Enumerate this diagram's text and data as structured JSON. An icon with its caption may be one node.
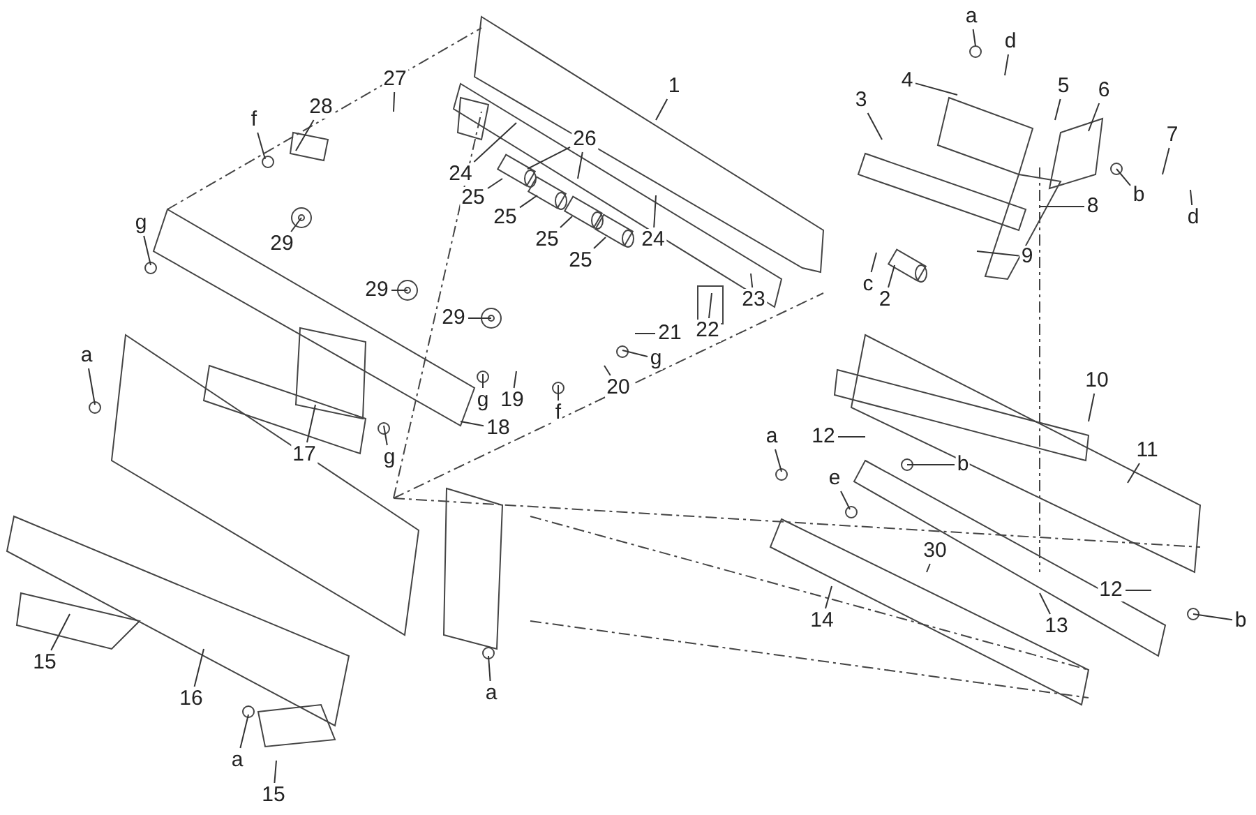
{
  "diagram": {
    "nodes": [
      {
        "text": [
          "a"
        ]
      },
      {
        "text": [
          "d"
        ]
      },
      {
        "text": [
          "4"
        ]
      },
      {
        "text": [
          "27"
        ]
      },
      {
        "text": [
          "5"
        ]
      },
      {
        "text": [
          "1"
        ]
      },
      {
        "text": [
          "6"
        ]
      },
      {
        "text": [
          "3"
        ]
      },
      {
        "text": [
          "28"
        ]
      },
      {
        "text": [
          "f"
        ]
      },
      {
        "text": [
          "7"
        ]
      },
      {
        "text": [
          "26"
        ]
      },
      {
        "text": [
          "24"
        ]
      },
      {
        "text": [
          "25"
        ]
      },
      {
        "text": [
          "8"
        ]
      },
      {
        "text": [
          "b"
        ]
      },
      {
        "text": [
          "d"
        ]
      },
      {
        "text": [
          "g"
        ]
      },
      {
        "text": [
          "25"
        ]
      },
      {
        "text": [
          "24"
        ]
      },
      {
        "text": [
          "29"
        ]
      },
      {
        "text": [
          "25"
        ]
      },
      {
        "text": [
          "9"
        ]
      },
      {
        "text": [
          "25"
        ]
      },
      {
        "text": [
          "c"
        ]
      },
      {
        "text": [
          "29"
        ]
      },
      {
        "text": [
          "2"
        ]
      },
      {
        "text": [
          "23"
        ]
      },
      {
        "text": [
          "29"
        ]
      },
      {
        "text": [
          "22"
        ]
      },
      {
        "text": [
          "21"
        ]
      },
      {
        "text": [
          "a"
        ]
      },
      {
        "text": [
          "g"
        ]
      },
      {
        "text": [
          "10"
        ]
      },
      {
        "text": [
          "20"
        ]
      },
      {
        "text": [
          "19"
        ]
      },
      {
        "text": [
          "g"
        ]
      },
      {
        "text": [
          "f"
        ]
      },
      {
        "text": [
          "18"
        ]
      },
      {
        "text": [
          "12"
        ]
      },
      {
        "text": [
          "a"
        ]
      },
      {
        "text": [
          "11"
        ]
      },
      {
        "text": [
          "17"
        ]
      },
      {
        "text": [
          "g"
        ]
      },
      {
        "text": [
          "b"
        ]
      },
      {
        "text": [
          "e"
        ]
      },
      {
        "text": [
          "30"
        ]
      },
      {
        "text": [
          "12"
        ]
      },
      {
        "text": [
          "14"
        ]
      },
      {
        "text": [
          "b"
        ]
      },
      {
        "text": [
          "13"
        ]
      },
      {
        "text": [
          "15"
        ]
      },
      {
        "text": [
          "a"
        ]
      },
      {
        "text": [
          "16"
        ]
      },
      {
        "text": [
          "a"
        ]
      },
      {
        "text": [
          "15"
        ]
      }
    ],
    "edges": [
      {
        "from": 0,
        "to": null,
        "arrow": "none"
      },
      {
        "from": 1,
        "to": null,
        "arrow": "none"
      },
      {
        "from": 2,
        "to": null,
        "arrow": "none"
      },
      {
        "from": 3,
        "to": null,
        "arrow": "none"
      },
      {
        "from": 4,
        "to": null,
        "arrow": "none"
      },
      {
        "from": 5,
        "to": null,
        "arrow": "none"
      },
      {
        "from": 6,
        "to": null,
        "arrow": "none"
      },
      {
        "from": 7,
        "to": null,
        "arrow": "none"
      },
      {
        "from": 8,
        "to": null,
        "arrow": "none"
      },
      {
        "from": 9,
        "to": null,
        "arrow": "none"
      },
      {
        "from": 10,
        "to": null,
        "arrow": "none"
      },
      {
        "from": 11,
        "to": null,
        "arrow": "none"
      },
      {
        "from": 11,
        "to": null,
        "arrow": "none"
      },
      {
        "from": 12,
        "to": null,
        "arrow": "none"
      },
      {
        "from": 13,
        "to": null,
        "arrow": "none"
      },
      {
        "from": 14,
        "to": null,
        "arrow": "none"
      },
      {
        "from": 15,
        "to": null,
        "arrow": "none"
      },
      {
        "from": 16,
        "to": null,
        "arrow": "none"
      },
      {
        "from": 17,
        "to": null,
        "arrow": "none"
      },
      {
        "from": 18,
        "to": null,
        "arrow": "none"
      },
      {
        "from": 19,
        "to": null,
        "arrow": "none"
      },
      {
        "from": 20,
        "to": null,
        "arrow": "none"
      },
      {
        "from": 21,
        "to": null,
        "arrow": "none"
      },
      {
        "from": 22,
        "to": null,
        "arrow": "none"
      },
      {
        "from": 23,
        "to": null,
        "arrow": "none"
      },
      {
        "from": 24,
        "to": null,
        "arrow": "none"
      },
      {
        "from": 25,
        "to": null,
        "arrow": "none"
      },
      {
        "from": 26,
        "to": null,
        "arrow": "none"
      },
      {
        "from": 27,
        "to": null,
        "arrow": "none"
      },
      {
        "from": 28,
        "to": null,
        "arrow": "none"
      },
      {
        "from": 29,
        "to": null,
        "arrow": "none"
      },
      {
        "from": 30,
        "to": null,
        "arrow": "none"
      },
      {
        "from": 31,
        "to": null,
        "arrow": "none"
      },
      {
        "from": 32,
        "to": null,
        "arrow": "none"
      },
      {
        "from": 33,
        "to": null,
        "arrow": "none"
      },
      {
        "from": 34,
        "to": null,
        "arrow": "none"
      },
      {
        "from": 35,
        "to": null,
        "arrow": "none"
      },
      {
        "from": 36,
        "to": null,
        "arrow": "none"
      },
      {
        "from": 37,
        "to": null,
        "arrow": "none"
      },
      {
        "from": 38,
        "to": null,
        "arrow": "none"
      },
      {
        "from": 39,
        "to": null,
        "arrow": "none"
      },
      {
        "from": 40,
        "to": null,
        "arrow": "none"
      },
      {
        "from": 41,
        "to": null,
        "arrow": "none"
      },
      {
        "from": 42,
        "to": null,
        "arrow": "none"
      },
      {
        "from": 43,
        "to": null,
        "arrow": "none"
      },
      {
        "from": 44,
        "to": null,
        "arrow": "none"
      },
      {
        "from": 45,
        "to": null,
        "arrow": "none"
      },
      {
        "from": 46,
        "to": null,
        "arrow": "none"
      },
      {
        "from": 47,
        "to": null,
        "arrow": "none"
      },
      {
        "from": 48,
        "to": null,
        "arrow": "none"
      },
      {
        "from": 49,
        "to": null,
        "arrow": "none"
      },
      {
        "from": 50,
        "to": null,
        "arrow": "none"
      },
      {
        "from": 51,
        "to": null,
        "arrow": "none"
      },
      {
        "from": 52,
        "to": null,
        "arrow": "none"
      },
      {
        "from": 53,
        "to": null,
        "arrow": "none"
      },
      {
        "from": 54,
        "to": null,
        "arrow": "none"
      },
      {
        "from": 55,
        "to": null,
        "arrow": "none"
      }
    ]
  }
}
